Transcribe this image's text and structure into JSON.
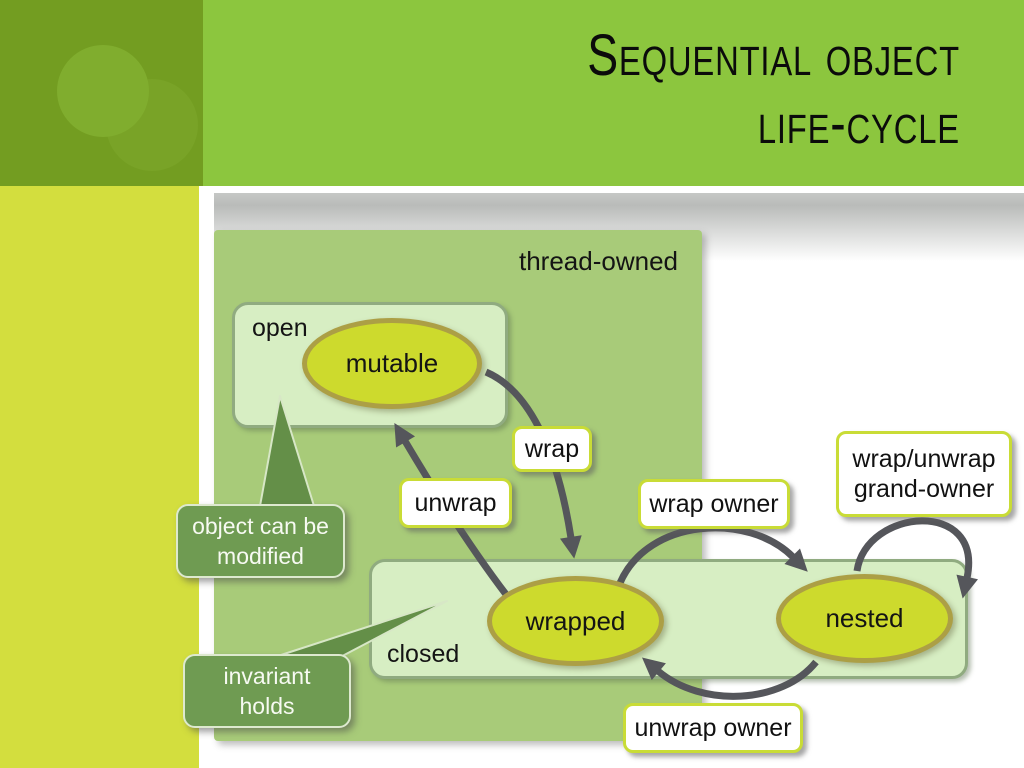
{
  "slide": {
    "title": {
      "line1": "Sequential object",
      "line2": "life-cycle"
    },
    "diagram": {
      "container_label": "thread-owned",
      "zones": {
        "open": "open",
        "closed": "closed"
      },
      "states": {
        "mutable": "mutable",
        "wrapped": "wrapped",
        "nested": "nested"
      },
      "transitions": {
        "wrap": "wrap",
        "unwrap": "unwrap",
        "wrap_owner": "wrap owner",
        "unwrap_owner": "unwrap owner",
        "grand_owner_line1": "wrap/unwrap",
        "grand_owner_line2": "grand-owner"
      },
      "callouts": {
        "modified_line1": "object can be",
        "modified_line2": "modified",
        "invariant_line1": "invariant",
        "invariant_line2": "holds"
      }
    },
    "colors": {
      "banner_green": "#8cc63e",
      "corner_block_green": "#739d21",
      "sidebar_yellow_green": "#d3de3e",
      "thread_box_green": "#a8cb79",
      "zone_fill_green": "#d7eec3",
      "zone_border_green": "#90ab80",
      "state_fill_yellow": "#cdda2d",
      "state_border_olive": "#ac9f45",
      "label_border_yellow_green": "#c9dc36",
      "callout_green": "#6f9b52",
      "arrow_gray": "#55565b",
      "title_text": "#0b0b0b"
    }
  }
}
